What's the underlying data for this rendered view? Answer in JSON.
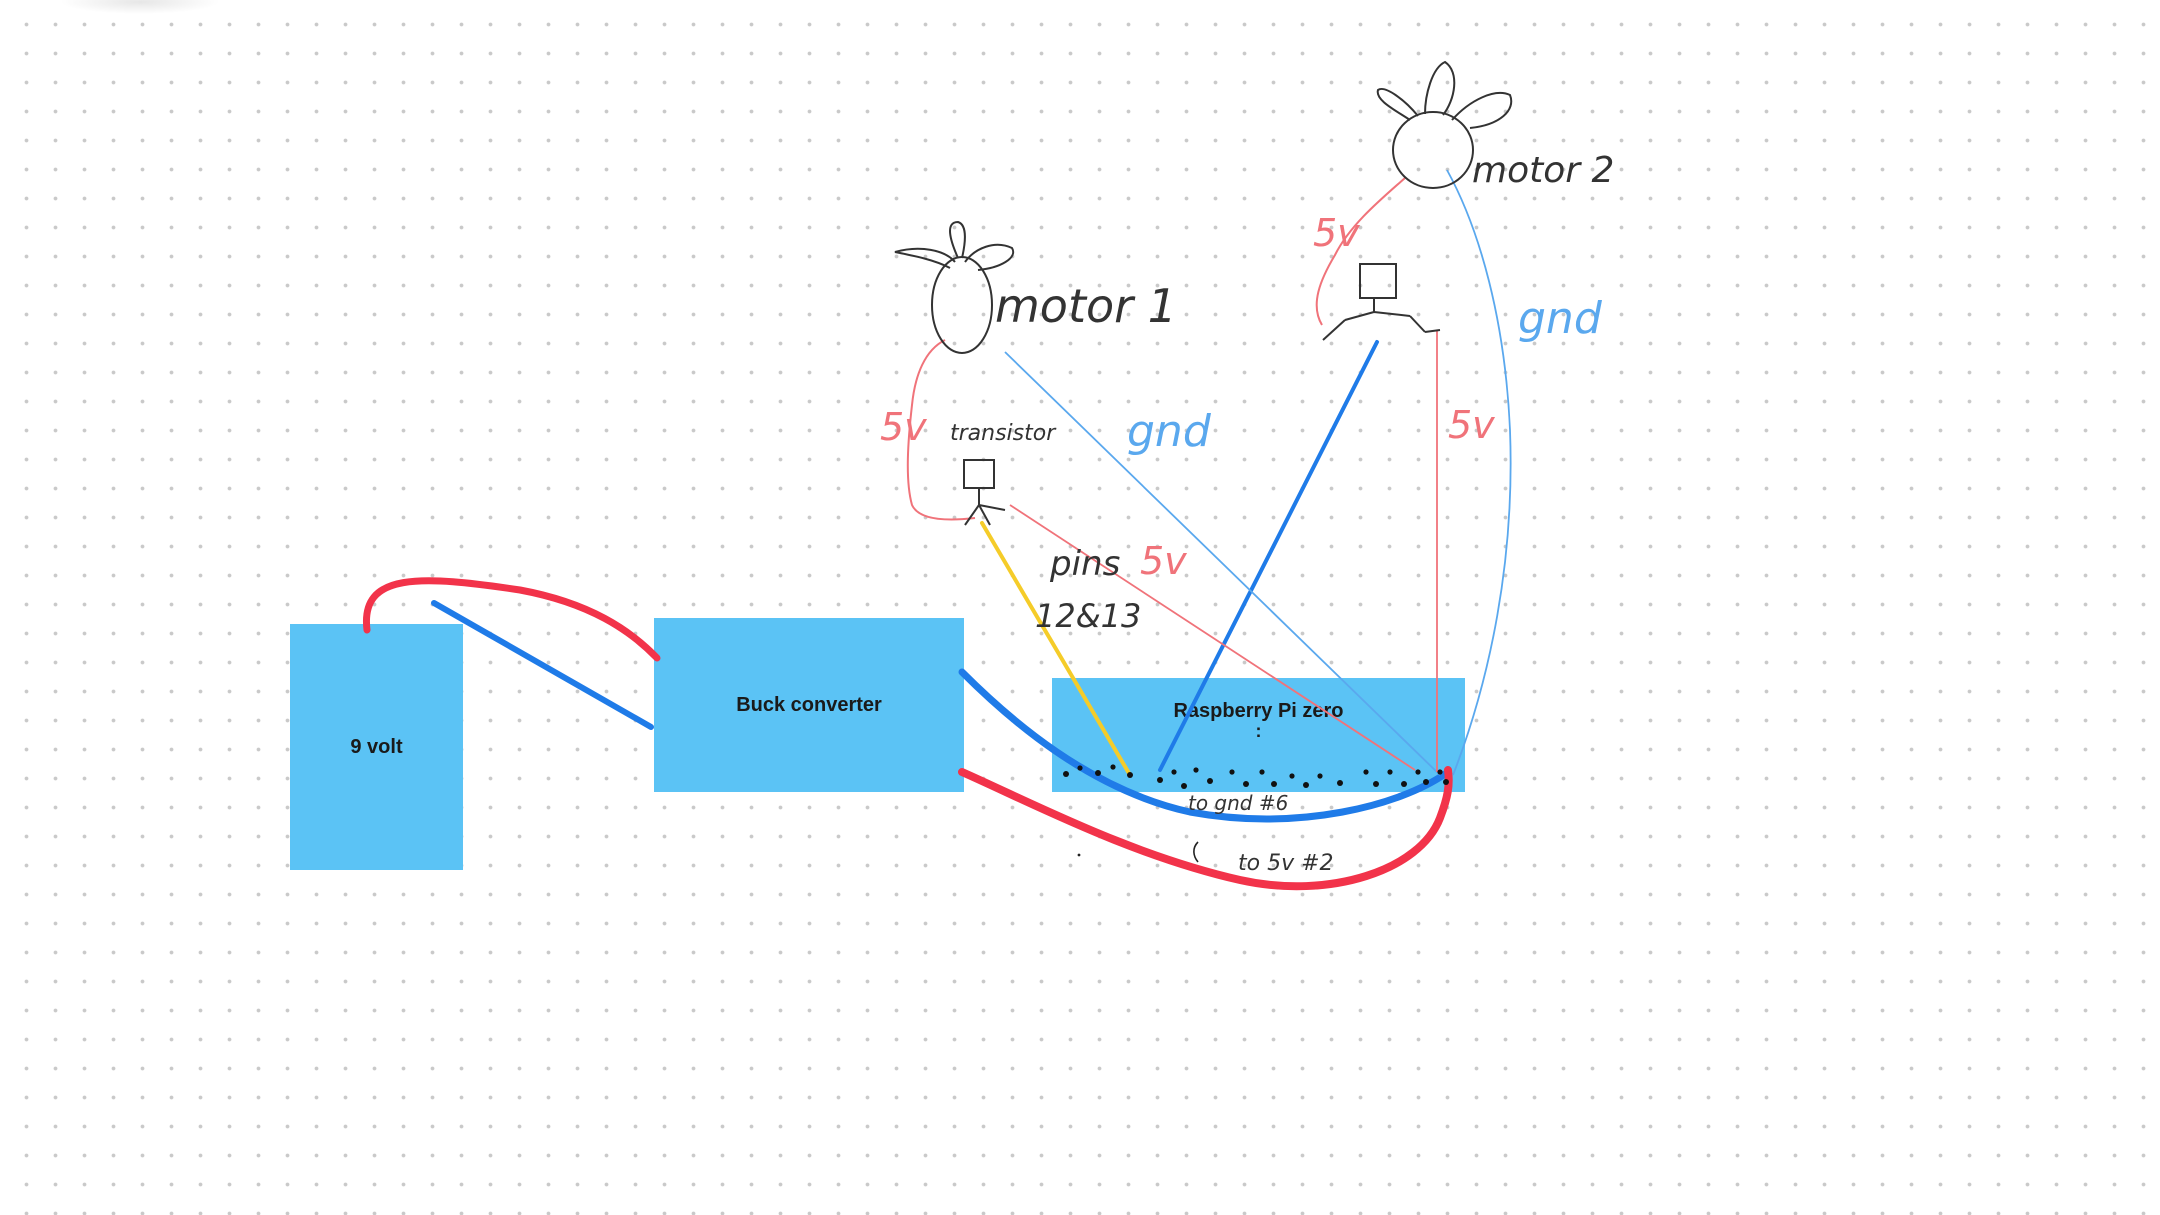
{
  "blocks": {
    "battery": "9 volt",
    "buck": "Buck converter",
    "pi": "Raspberry Pi zero",
    "pi_colon": ":"
  },
  "annotations": {
    "motor1": "motor 1",
    "motor2": "motor 2",
    "transistor": "transistor",
    "gnd_left": "gnd",
    "gnd_right": "gnd",
    "v5_motor1": "5v",
    "v5_motor2": "5v",
    "v5_pi_left": "5v",
    "v5_pi_right": "5v",
    "pins_label": "pins",
    "pins_numbers": "12&13",
    "to_gnd": "to gnd #6",
    "to_5v": "to 5v #2"
  },
  "colors": {
    "block_fill": "#5bc3f5",
    "wire_red": "#f2334a",
    "wire_blue": "#1f7be8",
    "wire_yellow": "#f5cc29",
    "sketch_red": "#f0737a",
    "sketch_blue": "#5aa8ee",
    "ink": "#333333"
  }
}
